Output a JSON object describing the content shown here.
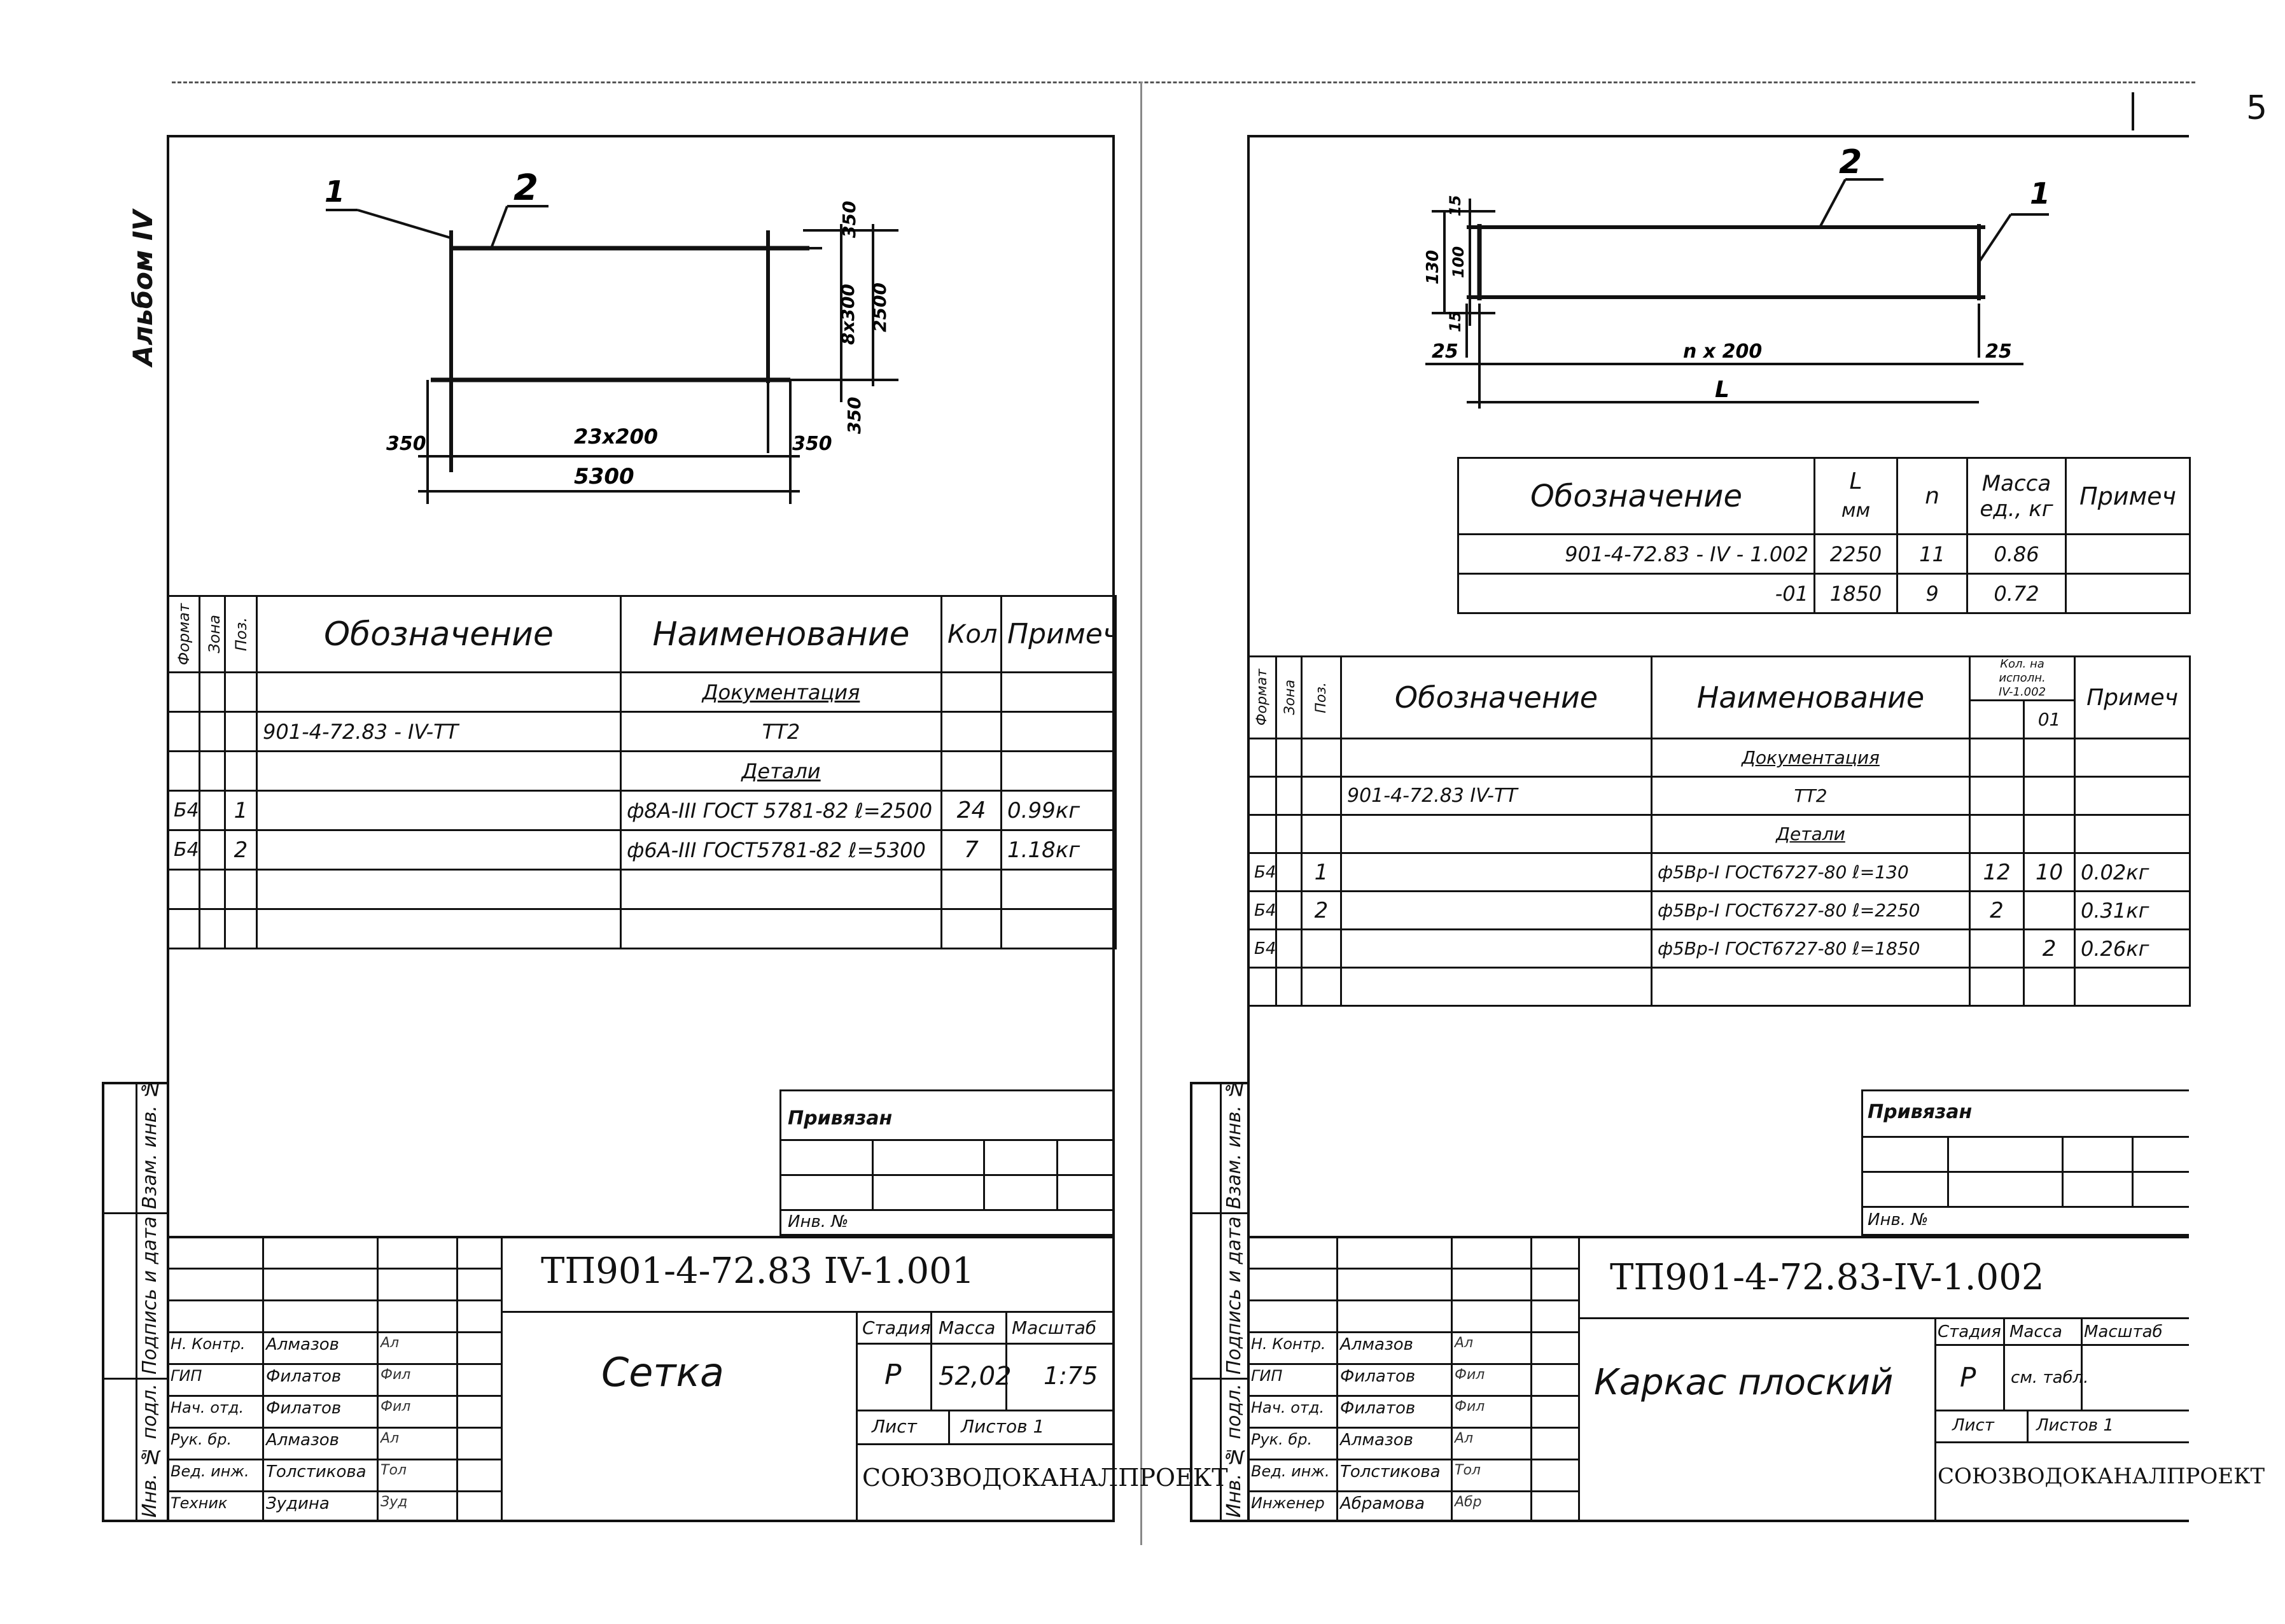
{
  "page_number": "5",
  "album_label": "Альбом IV",
  "left": {
    "drawing": {
      "pos1": "1",
      "pos2": "2",
      "dim_350_top": "350",
      "dim_8x300": "8x300",
      "dim_2500": "2500",
      "dim_350_right": "350",
      "dim_350_left": "350",
      "dim_23x200": "23x200",
      "dim_350_bottom": "350",
      "dim_5300": "5300"
    },
    "spec": {
      "headers": {
        "format": "Формат",
        "zone": "Зона",
        "pos": "Поз.",
        "designation": "Обозначение",
        "name": "Наименование",
        "qty": "Кол",
        "note": "Примеч"
      },
      "rows": [
        {
          "format": "",
          "zone": "",
          "pos": "",
          "designation": "",
          "name": "Документация",
          "qty": "",
          "note": "",
          "underline": true
        },
        {
          "format": "",
          "zone": "",
          "pos": "",
          "designation": "901-4-72.83 - IV-ТТ",
          "name": "ТТ2",
          "qty": "",
          "note": ""
        },
        {
          "format": "",
          "zone": "",
          "pos": "",
          "designation": "",
          "name": "Детали",
          "qty": "",
          "note": "",
          "underline": true
        },
        {
          "format": "Б4",
          "zone": "",
          "pos": "1",
          "designation": "",
          "name": "ф8А-III ГОСТ 5781-82  ℓ=2500",
          "qty": "24",
          "note": "0.99кг"
        },
        {
          "format": "Б4",
          "zone": "",
          "pos": "2",
          "designation": "",
          "name": "ф6А-III ГОСТ5781-82  ℓ=5300",
          "qty": "7",
          "note": "1.18кг"
        },
        {
          "format": "",
          "zone": "",
          "pos": "",
          "designation": "",
          "name": "",
          "qty": "",
          "note": ""
        },
        {
          "format": "",
          "zone": "",
          "pos": "",
          "designation": "",
          "name": "",
          "qty": "",
          "note": ""
        }
      ]
    },
    "privyazan": "Привязан",
    "inv_no": "Инв. №",
    "stamp": {
      "code": "ТП901-4-72.83 IV-1.001",
      "title": "Сетка",
      "stage_label": "Стадия",
      "mass_label": "Масса",
      "scale_label": "Масштаб",
      "stage": "Р",
      "mass": "52,02",
      "scale": "1:75",
      "sheet_label": "Лист",
      "sheets_label": "Листов 1",
      "org": "СОЮЗВОДОКАНАЛПРОЕКТ",
      "roles": [
        {
          "role": "Н. Контр.",
          "name": "Алмазов",
          "sign": "Ал"
        },
        {
          "role": "ГИП",
          "name": "Филатов",
          "sign": "Фил"
        },
        {
          "role": "Нач. отд.",
          "name": "Филатов",
          "sign": "Фил"
        },
        {
          "role": "Рук. бр.",
          "name": "Алмазов",
          "sign": "Ал"
        },
        {
          "role": "Вед. инж.",
          "name": "Толстикова",
          "sign": "Тол"
        },
        {
          "role": "Техник",
          "name": "Зудина",
          "sign": "Зуд"
        }
      ]
    },
    "side": {
      "vzam": "Взам. инв. №",
      "podpis": "Подпись и дата",
      "inv_podl": "Инв. № подл."
    }
  },
  "right": {
    "drawing": {
      "pos2": "2",
      "pos1": "1",
      "dim_15_top": "15",
      "dim_130": "130",
      "dim_100": "100",
      "dim_15_bottom": "15",
      "dim_25_left": "25",
      "dim_nx200": "n x 200",
      "dim_25_right": "25",
      "dim_L": "L"
    },
    "var_table": {
      "headers": {
        "designation": "Обозначение",
        "L": "L",
        "L_unit": "мм",
        "n": "n",
        "mass": "Масса",
        "mass_unit": "ед., кг",
        "note": "Примеч"
      },
      "rows": [
        {
          "designation": "901-4-72.83 - IV - 1.002",
          "L": "2250",
          "n": "11",
          "mass": "0.86",
          "note": ""
        },
        {
          "designation": "-01",
          "L": "1850",
          "n": "9",
          "mass": "0.72",
          "note": ""
        }
      ]
    },
    "spec": {
      "headers": {
        "format": "Формат",
        "zone": "Зона",
        "pos": "Поз.",
        "designation": "Обозначение",
        "name": "Наименование",
        "qty_group": "Кол. на исполн.",
        "qty_a": "IV-1.002",
        "qty_b": "01",
        "note": "Примеч"
      },
      "rows": [
        {
          "format": "",
          "zone": "",
          "pos": "",
          "designation": "",
          "name": "Документация",
          "qa": "",
          "qb": "",
          "note": "",
          "underline": true
        },
        {
          "format": "",
          "zone": "",
          "pos": "",
          "designation": "901-4-72.83  IV-ТТ",
          "name": "ТТ2",
          "qa": "",
          "qb": "",
          "note": ""
        },
        {
          "format": "",
          "zone": "",
          "pos": "",
          "designation": "",
          "name": "Детали",
          "qa": "",
          "qb": "",
          "note": "",
          "underline": true
        },
        {
          "format": "Б4",
          "zone": "",
          "pos": "1",
          "designation": "",
          "name": "ф5Вр-I ГОСТ6727-80  ℓ=130",
          "qa": "12",
          "qb": "10",
          "note": "0.02кг"
        },
        {
          "format": "Б4",
          "zone": "",
          "pos": "2",
          "designation": "",
          "name": "ф5Вр-I ГОСТ6727-80  ℓ=2250",
          "qa": "2",
          "qb": "",
          "note": "0.31кг"
        },
        {
          "format": "Б4",
          "zone": "",
          "pos": "",
          "designation": "",
          "name": "ф5Вр-I ГОСТ6727-80  ℓ=1850",
          "qa": "",
          "qb": "2",
          "note": "0.26кг"
        },
        {
          "format": "",
          "zone": "",
          "pos": "",
          "designation": "",
          "name": "",
          "qa": "",
          "qb": "",
          "note": ""
        }
      ]
    },
    "privyazan": "Привязан",
    "inv_no": "Инв. №",
    "stamp": {
      "code": "ТП901-4-72.83-IV-1.002",
      "title": "Каркас плоский",
      "stage_label": "Стадия",
      "mass_label": "Масса",
      "scale_label": "Масштаб",
      "stage": "Р",
      "mass": "см. табл.",
      "scale": "",
      "sheet_label": "Лист",
      "sheets_label": "Листов 1",
      "org": "СОЮЗВОДОКАНАЛПРОЕКТ",
      "roles": [
        {
          "role": "Н. Контр.",
          "name": "Алмазов",
          "sign": "Ал"
        },
        {
          "role": "ГИП",
          "name": "Филатов",
          "sign": "Фил"
        },
        {
          "role": "Нач. отд.",
          "name": "Филатов",
          "sign": "Фил"
        },
        {
          "role": "Рук. бр.",
          "name": "Алмазов",
          "sign": "Ал"
        },
        {
          "role": "Вед. инж.",
          "name": "Толстикова",
          "sign": "Тол"
        },
        {
          "role": "Инженер",
          "name": "Абрамова",
          "sign": "Абр"
        }
      ]
    },
    "side": {
      "vzam": "Взам. инв. №",
      "podpis": "Подпись и дата",
      "inv_podl": "Инв. № подл."
    }
  }
}
